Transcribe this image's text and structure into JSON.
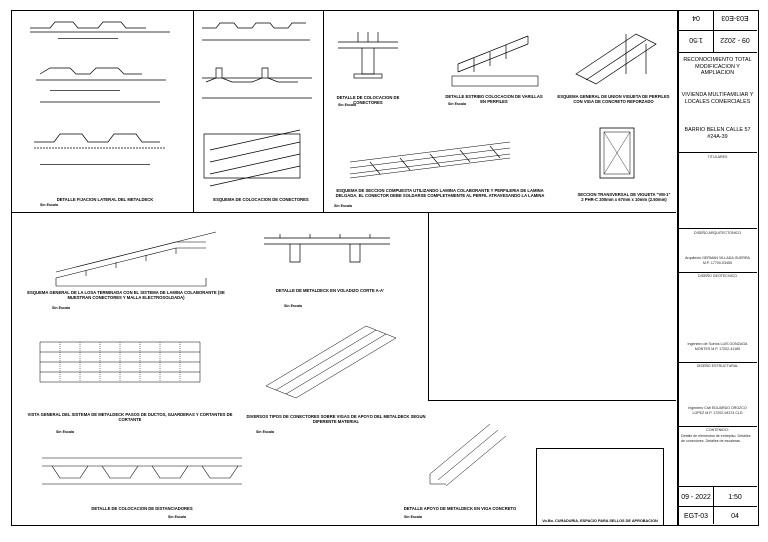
{
  "details": [
    {
      "caption": "DETALLE FIJACION LATERAL DEL METALDECK",
      "scale": "Sin Escala"
    },
    {
      "caption": "ESQUEMA DE COLOCACION DE CONECTORES",
      "scale": ""
    },
    {
      "caption": "DETALLE DE COLOCACION DE CONECTORES",
      "scale": "Sin Escala"
    },
    {
      "caption": "DETALLE ESTRIBO COLOCACION DE VARILLAS EN PERFILES",
      "scale": "Sin Escala"
    },
    {
      "caption": "ESQUEMA GENERAL DE UNION VIGUETA DE PERFILES CON VIGA DE CONCRETO REFORZADO",
      "scale": ""
    },
    {
      "caption": "ESQUEMA DE SECCION COMPUESTA UTILIZANDO LAMINA COLABORANTE Y PERFILERIA DE LAMINA DELGADA. EL CONECTOR DEBE SOLDARSE COMPLETAMENTE AL PERFIL ATRAVESANDO LA LAMINA",
      "scale": "Sin Escala"
    },
    {
      "caption": "SECCION TRANSVERSAL DE VIGUETA \"VM-1\" 2 PHR-C 200mm x 67mm x 10mm (2.50mm)",
      "scale": ""
    },
    {
      "caption": "ESQUEMA GENERAL DE LA LOSA TERMINADA CON EL SISTEMA DE LAMINA COLABORANTE (SE MUESTRAN CONECTORES Y MALLA ELECTROSOLDADA)",
      "scale": "Sin Escala"
    },
    {
      "caption": "DETALLE DE METALDECK EN VOLADIZO CORTE A-A'",
      "scale": "Sin Escala"
    },
    {
      "caption": "VISTA GENERAL DEL SISTEMA DE METALDECK PASOS DE DUCTOS, GUARDERAS Y CORTANTES DE CORTANTE",
      "scale": "Sin Escala"
    },
    {
      "caption": "DIVERSOS TIPOS DE CONECTORES SOBRE VIGAS DE APOYO DEL METALDECK SEGUN DIFERENTE MATERIAL",
      "scale": "Sin Escala"
    },
    {
      "caption": "DETALLE DE COLOCACION DE DISTANCIADORES",
      "scale": "Sin Escala"
    },
    {
      "caption": "DETALLE APOYO DE METALDECK EN VIGA CONCRETO",
      "scale": "Sin Escala"
    }
  ],
  "stamp_box": "Vo.Bo. CURADURIA. ESPACIO PARA SELLOS DE APROBACION",
  "title_block": {
    "top_left": "04",
    "top_right": "E03-E03",
    "row2_left": "1:50",
    "row2_right": "09 - 2022",
    "project": "RECONOCIMIENTO TOTAL MODIFICACION Y AMPLIACION",
    "use": "VIVIENDA MULTIFAMILIAR Y LOCALES COMERCIALES",
    "location": "BARRIO BELEN CALLE 57 #24A-39",
    "owners_label": "TITULARES",
    "arch_label": "DISEÑO ARQUITECTONICO",
    "arch_name": "Arquitecto GERMAN VILLADA GUERRA M.P. 17700-03455",
    "geo_label": "DISEÑO GEOTECNICO",
    "geo_name": "Ingeniero de Suelos LUIS GONZAGA MONTES M.P. 17202-41185",
    "struct_label": "DISEÑO ESTRUCTURAL",
    "struct_name": "Ingeniero Civil EDUARDO OROZCO LOPEZ M.P. 17202-94374 CLD",
    "content_label": "CONTENIDO:",
    "content": "Detalle de elementos de entrepiso. Detalles de conectores. Detalles de escaleras.",
    "date": "09 - 2022",
    "scale": "1:50",
    "code": "EGT-03",
    "sheet": "04"
  }
}
